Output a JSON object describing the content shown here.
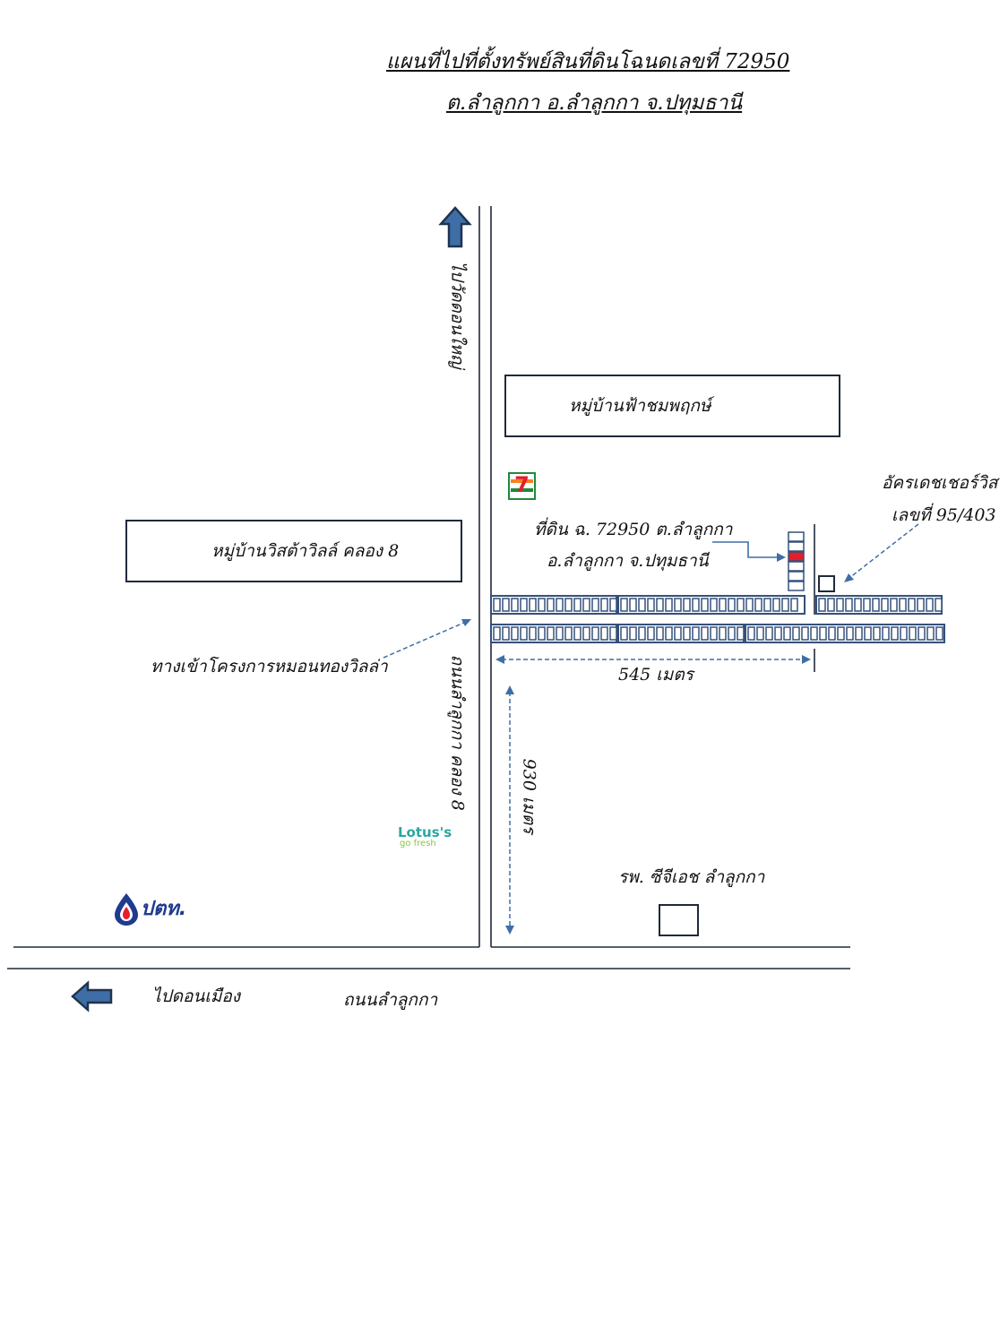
{
  "title": {
    "line1": "แผนที่ไปที่ตั้งทรัพย์สินที่ดินโฉนดเลขที่ 72950",
    "line2": "ต.ลำลูกกา อ.ลำลูกกา จ.ปทุมธานี"
  },
  "labels": {
    "to_wat_don_yai": "ไปวัดดอนใหญ่",
    "village_fah_chom_pruek": "หมู่บ้านฟ้าชมพฤกษ์",
    "village_vista_ville": "หมู่บ้านวิสต้าวิลล์ คลอง 8",
    "land_line1": "ที่ดิน ฉ. 72950 ต.ลำลูกกา",
    "land_line2": "อ.ลำลูกกา จ.ปทุมธานี",
    "church_line1": "อัครเดชเชอร์วิส",
    "church_line2": "เลขที่ 95/403",
    "project_entrance": "ทางเข้าโครงการหมอนทองวิลล่า",
    "distance_horizontal": "545 เมตร",
    "road_khlong8": "ถนนลำลูกกา คลอง 8",
    "distance_vertical": "930 เมตร",
    "hospital": "รพ. ซีจีเอช ลำลูกกา",
    "to_don_mueang": "ไปดอนเมือง",
    "road_lam_luk_ka": "ถนนลำลูกกา"
  },
  "logos": {
    "seven_eleven": "7",
    "lotus_line1": "Lotus's",
    "lotus_line2": "go fresh",
    "ptt": "ปตท."
  },
  "icons": [
    "north-arrow-icon",
    "west-arrow-icon",
    "seven-eleven-logo",
    "lotus-logo",
    "ptt-logo"
  ],
  "colors": {
    "line": "#1f2a3a",
    "arrow": "#3f6ea6",
    "arrow_border": "#1f3350",
    "house": "#35507a",
    "land_marker": "#e41e2b"
  }
}
